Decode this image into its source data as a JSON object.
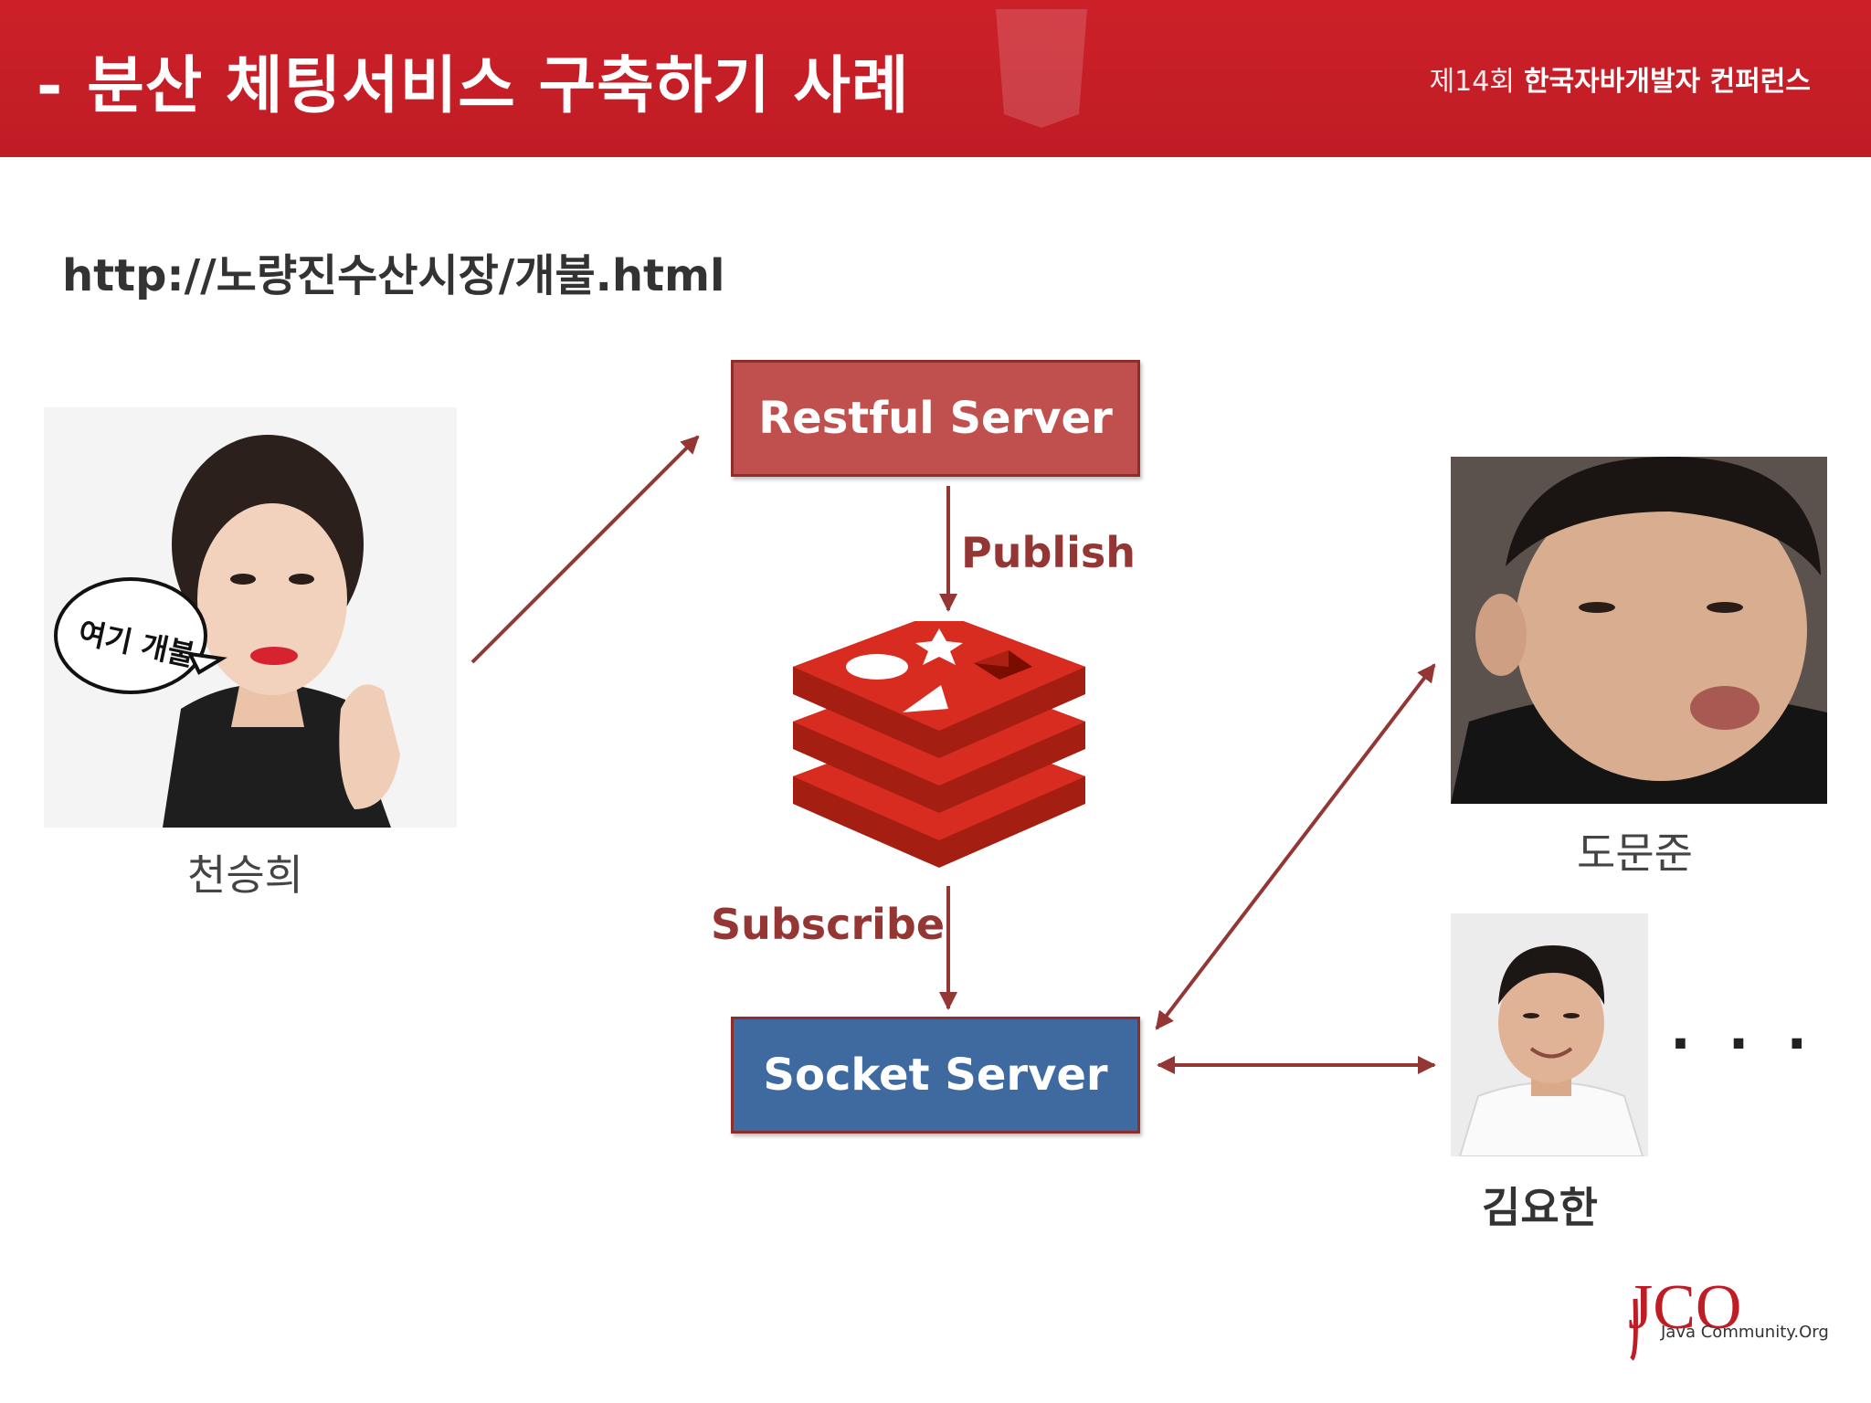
{
  "header": {
    "dash": "-",
    "title": "분산 체팅서비스 구축하기 사례",
    "edition": "제14회",
    "conference": "한국자바개발자 컨퍼런스"
  },
  "url": "http://노량진수산시장/개불.html",
  "diagram": {
    "restful_server": "Restful Server",
    "socket_server": "Socket Server",
    "publish": "Publish",
    "subscribe": "Subscribe",
    "ellipsis": "· · ·"
  },
  "people": {
    "left": {
      "name": "천승희",
      "speech_bubble": "여기 개불"
    },
    "right_top": {
      "name": "도문준"
    },
    "right_bottom": {
      "name": "김요한"
    }
  },
  "footer": {
    "logo_text": "JCO",
    "logo_subtitle": "Java Community.Org"
  },
  "colors": {
    "header_red": "#c01c25",
    "restful_box": "#c0504d",
    "socket_box": "#3f6aa0",
    "arrow": "#943634",
    "redis_red": "#d82c20"
  }
}
